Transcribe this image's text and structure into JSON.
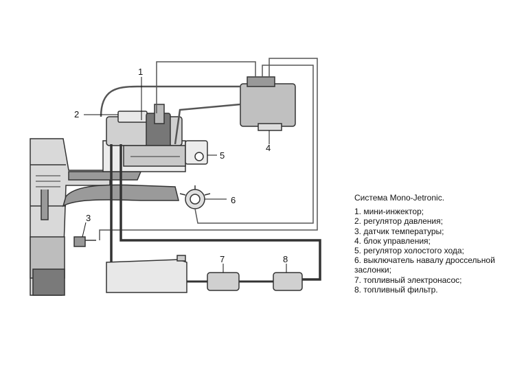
{
  "callouts": [
    "1",
    "2",
    "3",
    "4",
    "5",
    "6",
    "7",
    "8"
  ],
  "legend": {
    "title": "Система Mono-Jetronic.",
    "items": [
      "1. мини-инжектор;",
      "2. регулятор давления;",
      "3. датчик температуры;",
      "4. блок управления;",
      "5. регулятор холостого хода;",
      "6. выключатель навалу дроссельной заслонки;",
      "7. топливный электронасос;",
      "8. топливный фильтр."
    ]
  },
  "colors": {
    "line": "#333333",
    "fill": "#9a9a9a",
    "dark_fill": "#555555",
    "background": "#ffffff"
  }
}
